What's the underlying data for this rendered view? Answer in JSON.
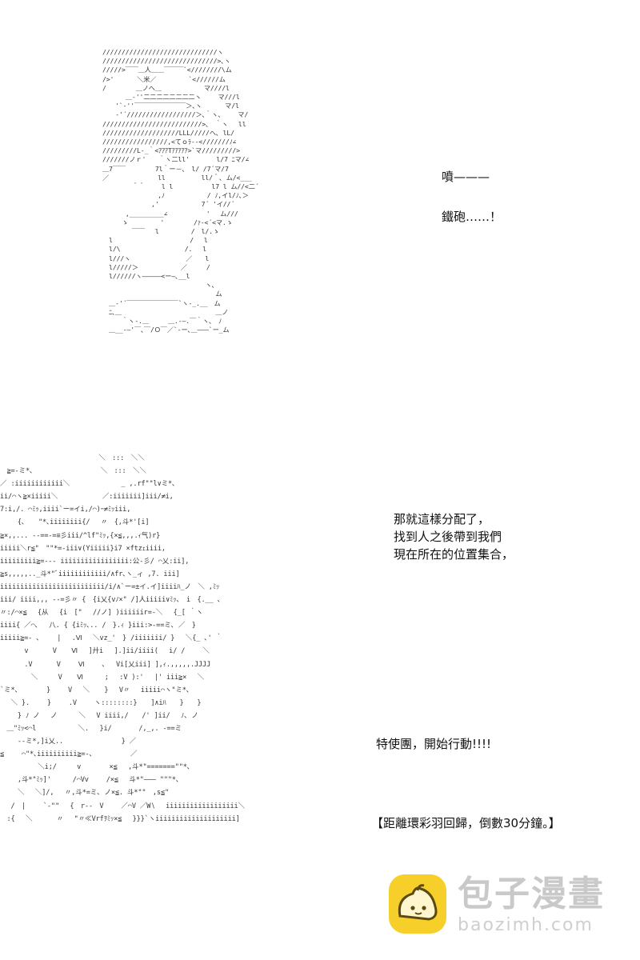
{
  "panel_top": {
    "ascii_art": "//////////////////////////////ヽ\n//////////////////////////////>､ヽ\n/////>￣￣＿人＿＿￣￣￣`<////////\\ム\n/>'　　　 ＼米／　　　　　`<//////ム\n/　　　　 ＿ノへ＿　　　　　　 マ////l\n　　　 ＿-''二二二二二二二二ヽ　　 マ///l\n　　'`-''￣￣￣￣￣￣￣￣＞､ヽ　　　 マ/l\n　　-'´//////////////////＞､｀ヽ､　　 マ/\n//////////////////////////>､　｀ヽ　 ll\n////////////////////LLL/////へ､ lL/\n/////////////////,<てｏﾗ--<///////ﾉ∠\n/////////L-_｀<ｱｱｱTｱｱｱｱｱ>`マ/////////>\n///////ノｒ'　　｀ヽ二ll'　 　　 l/7 ﾆマ/∠\n＿7￣￣　　　　 7l｀ー－､　l/ /7´マ/7\n／　　　　　　　 ll　　　　　 ll/＾､ ム/<___\n　　　　 ＾＾　　 l l　　　　　　l7 l ム//<二´\n　　　　　　　　 ,ﾉ　　　　　　 / ﾉ,イl/ﾉ､＞\n　　　　　　　 ,'　　　　　　 7´ 'イ//´\n　　　 ,_________∠　　　　　　'　 ム///\n　　　ゝ　　　　　'　　　　 /ｧ-<´<マ.ゝ\n　　　　 ￣￣　 l　　　　　/　l/.ゝ\n　l　　　　　　　　　　　　/　 l\n　l/\\　　　　　　　　　　/.　 l\n　l///ヽ　　　　　　　　 ／　　l\n　l/////＞　　　　　　 ／　　　/\n　l//////ヽ―――――<ー―､__l\n　　　　　　　　　　　　　　　　ヽ､\n　　　　　　　　　　　　　　　　　 ム\n　＿-'´￣￣￣￣￣￣￣￣`ヽ-_.__　ム\n　ﾆ､＿　　　　　　　　　　　　　　 ＿ノ\n　　　｀ヽ-.＿　　　＿.-―.￣｀ヽ､　ﾉ\n　＿__-―'￣､￣/Ｏ￣／`-ー､＿―――`ー_ム",
    "dialog": [
      "噴———",
      "鐵砲……！"
    ]
  },
  "panel_bottom": {
    "ascii_art": "　　　　　　　　　　　　　　 ＼　:::　＼＼\n　≧=-ミ*､　　　　　　　　　　＼　:::　＼＼\n／ :iiiiiiiiiiii＼　　　　　　　 _ ,.rf\"\"l∨ミ*､\nii/⌒ヽ≧×iiiii＼　　　　　　 ／:iiiiiii]iii/≠i,\n7:i,/. ⌒ﾐｯ,iiii`ー=イi,/⌒)ｰ≠ﾐｯiii,\n　　 {､　　\"*､iiiiiiii{/　 〃　{,斗*'[i]\n≧×,,... --==-=≡彡iii/^lf\"ﾐｯ,{×≦,,,.ｨ气)r}\niiiii＼r≦\"　\"\"*=-iii∨(Yiiiii}i7 ×ftzｪiiii,\niiiiiiiii≧=--- iiiiiiiiiiiiiiiii:公-彡/ ⌒乂:ii],\n≧s,,,,,.._斗*\"ﾞiiiiiiiiiiii/∧fr､ヽ_ィ ,7. iii]\niiiiiiiiiiiiiiiiiiiiiiiiii/i/∧`ー=±イ.イ]iiiiﾊ_ノ　＼ ,ﾐｯ\niii/ iiii,,, --=彡〃 {　{i乂{vﾉ×\" /]人iiiii∨ﾐｯ､　i　{.__ ､\n〃:/⌒×≦　 {从 　{i　[\"　 //ノ] )iiiiiir=-＼ 　{_[ ｀ヽ\niiii{ ／⌒､　 八. { {iﾐｯ､.. /　}.ｨ }iii:>-==ミ､ ／　}\niiiii≧=- ､ 　　|　 .Ⅵ 　＼vz_'　} /iiiiiii/ }　 ＼{_ ､' ｀\n　　　 v 　　　V 　 Ⅵ 　]廾i　 ].]ii/iiii(　 i/ / 　　＼\n　　　 .V　　　 V　 　Ⅵ　　 ､　 Vi[乂iii] ],ｨ.,,,,,.JJJJ\n　　　　 ＼　　　V 　 Ⅵ 　　 ;　 :V ):'　 |' iii≧×　 ＼\n`ミ*､　 　　 } 　　V　 ＼ 　 } 　V〃　 iiiii⌒ヽ\"ミ*､\n　 ＼ }. 　　} 　　.V 　　ヽ::::::::}　　]∧iﾊ　　}　　}\n　　 } ﾉ ノ　 ノ 　　 ＼ 　V iiii,/　　/' ]ii/ 　ﾉ､ ノ\n　＿\"ﾐｯ<⌒l 　　　　　 ＼.　 }i/　　　　/,_,. -==ミ\n　　 --ミ*,]i乂..　　　　　　　　 } ／\n≦　　 ⌒\"*､iiiiiiiiii≧=-､　　　　　 ／\n　　　　　 ＼i;/　　　v 　　　 ×≦　 ,斗*\"=======\"\"*､\n　　 ,斗*\"ﾐｯ]' 　　 /⌒Vv 　　/×≦ 　斗*\"――― \"\"\"*､\n　　 ＼　 ＼]/, 　〃,斗*=ミ､ ノ×≦. 斗*\"\"　,s≦\"\n　 /　|　　 `-\"\" 　{　r--　V　　 ／⌒V ／W∖　 iiiiiiiiiiiiiiiiii＼\n　:{　 ＼ 　　　〃 　\"〃≪Vrfｦﾐｯ×≦　 }}}`ヽiiiiiiiiiiiiiiiiiiii]",
    "dialog_1": [
      "那就這樣分配了，",
      "找到人之後帶到我們",
      "現在所在的位置集合，"
    ],
    "dialog_2": "特使團，開始行動!!!!",
    "caption": "【距離環彩羽回歸，倒數30分鐘。】"
  },
  "watermark": {
    "logo_icon": "steamed-bun-icon",
    "title": "包子漫畫",
    "url": "baozimh.com"
  },
  "colors": {
    "logo_yellow": "#f6cf2a",
    "logo_outline": "#5a4a10",
    "watermark_gray": "#c9c9c9"
  }
}
